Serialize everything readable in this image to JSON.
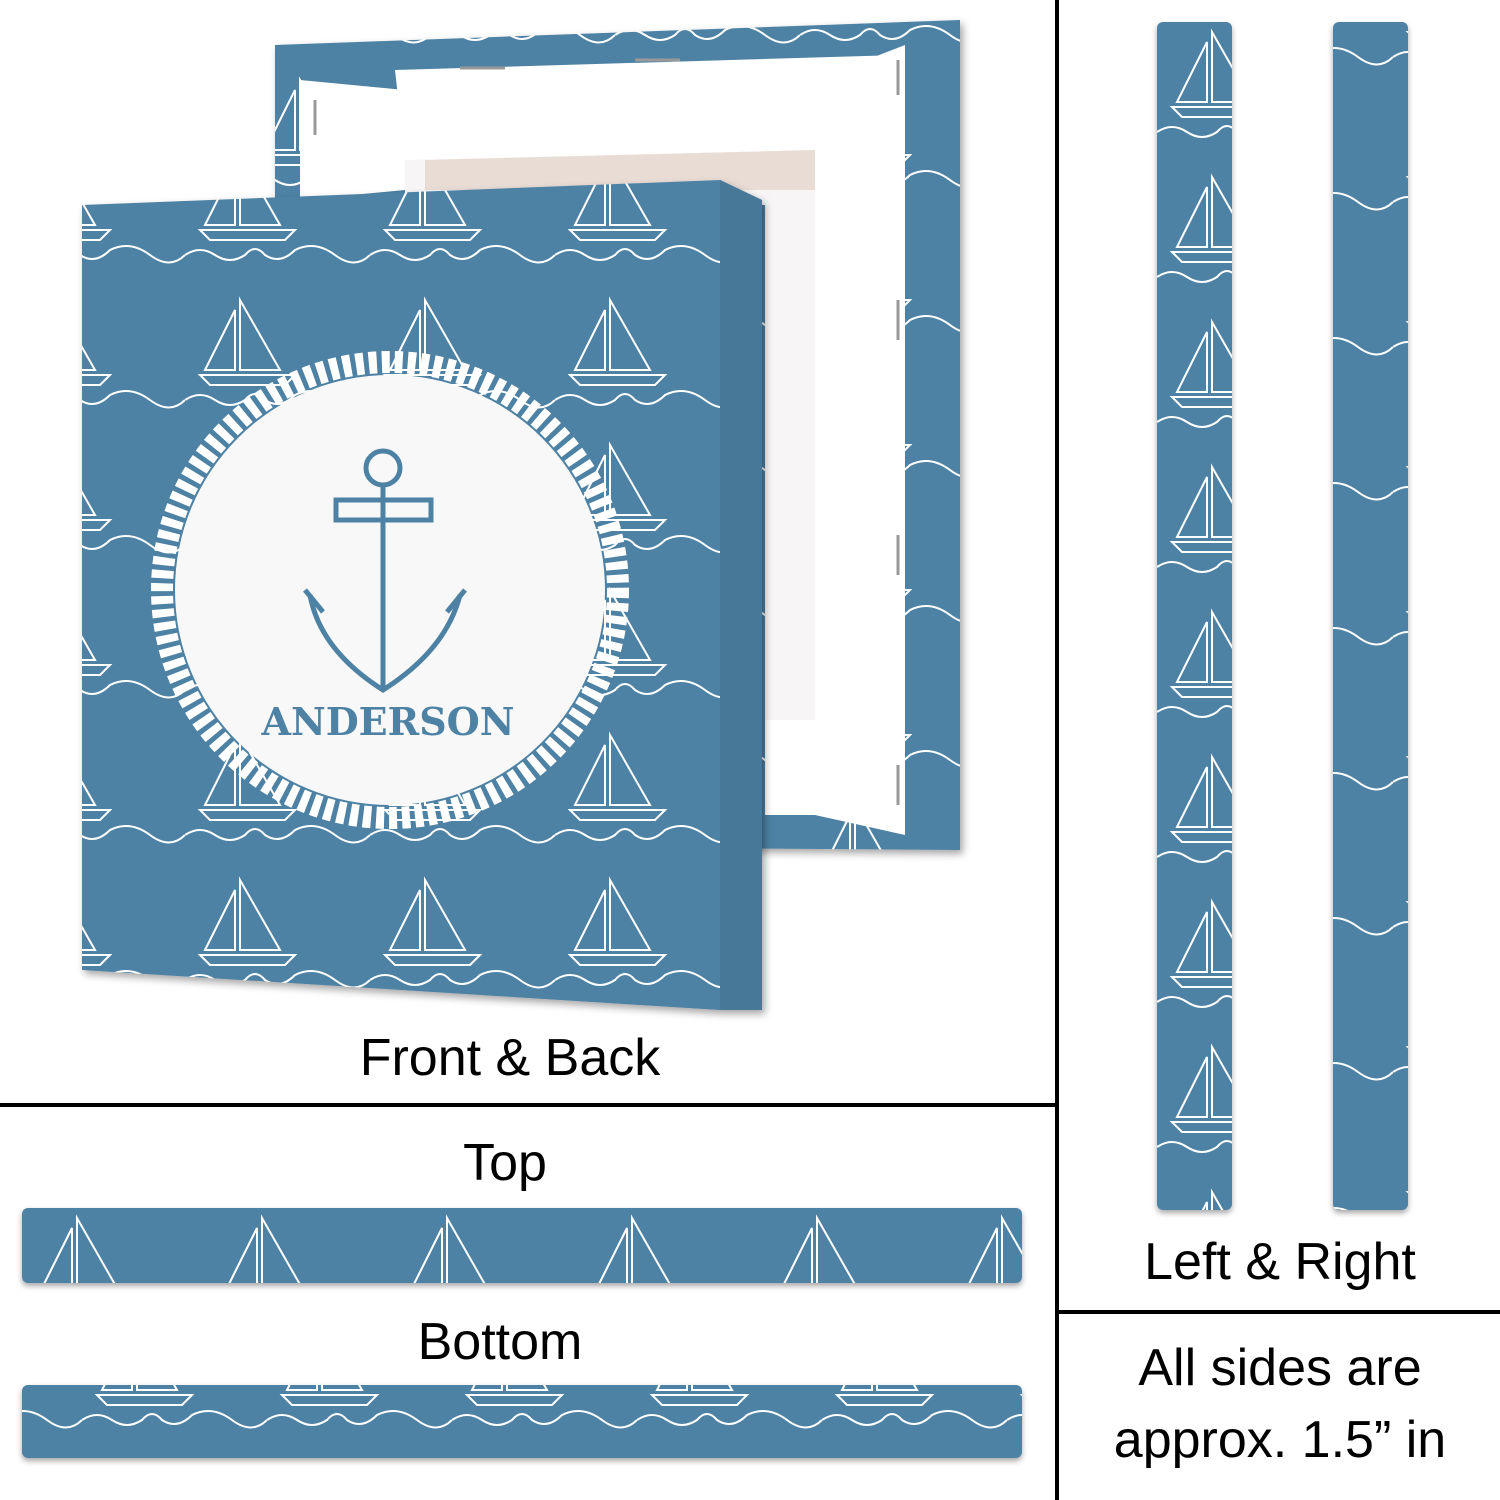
{
  "product": {
    "name_on_canvas": "ANDERSON",
    "pattern_color": "#4e82a5",
    "line_color": "#ffffff"
  },
  "labels": {
    "front_back": "Front & Back",
    "top": "Top",
    "bottom": "Bottom",
    "left_right": "Left & Right",
    "note_line1": "All sides are",
    "note_line2": "approx. 1.5” in"
  }
}
